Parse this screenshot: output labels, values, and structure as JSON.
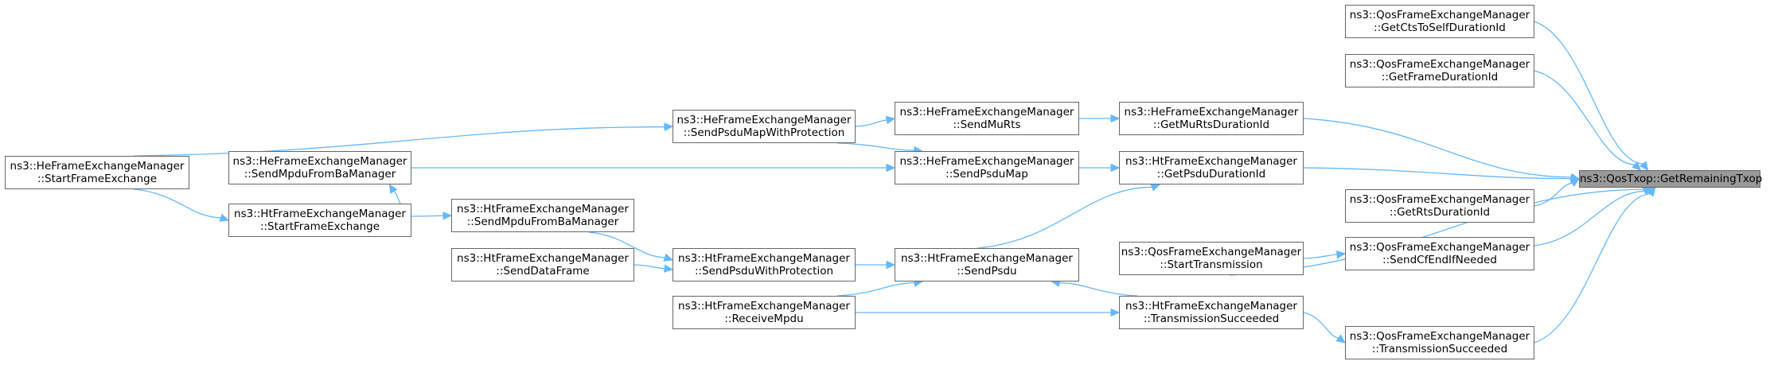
{
  "colors": {
    "edge": "#63b8ff",
    "node_border": "#666666",
    "root_fill": "#999999"
  },
  "nodes": {
    "root": {
      "lines": [
        "ns3::QosTxop::GetRemainingTxop"
      ]
    },
    "n1": {
      "lines": [
        "ns3::QosFrameExchangeManager",
        "::GetCtsToSelfDurationId"
      ]
    },
    "n2": {
      "lines": [
        "ns3::QosFrameExchangeManager",
        "::GetFrameDurationId"
      ]
    },
    "n3": {
      "lines": [
        "ns3::HeFrameExchangeManager",
        "::GetMuRtsDurationId"
      ]
    },
    "n4": {
      "lines": [
        "ns3::HtFrameExchangeManager",
        "::GetPsduDurationId"
      ]
    },
    "n5": {
      "lines": [
        "ns3::QosFrameExchangeManager",
        "::GetRtsDurationId"
      ]
    },
    "n6": {
      "lines": [
        "ns3::QosFrameExchangeManager",
        "::SendCfEndIfNeeded"
      ]
    },
    "n7": {
      "lines": [
        "ns3::QosFrameExchangeManager",
        "::TransmissionSucceeded"
      ]
    },
    "n8": {
      "lines": [
        "ns3::QosFrameExchangeManager",
        "::StartTransmission"
      ]
    },
    "n9": {
      "lines": [
        "ns3::HtFrameExchangeManager",
        "::TransmissionSucceeded"
      ]
    },
    "n10": {
      "lines": [
        "ns3::HeFrameExchangeManager",
        "::SendMuRts"
      ]
    },
    "n11": {
      "lines": [
        "ns3::HeFrameExchangeManager",
        "::SendPsduMap"
      ]
    },
    "n12": {
      "lines": [
        "ns3::HtFrameExchangeManager",
        "::SendPsdu"
      ]
    },
    "n13": {
      "lines": [
        "ns3::HeFrameExchangeManager",
        "::SendPsduMapWithProtection"
      ]
    },
    "n14": {
      "lines": [
        "ns3::HtFrameExchangeManager",
        "::SendPsduWithProtection"
      ]
    },
    "n15": {
      "lines": [
        "ns3::HtFrameExchangeManager",
        "::ReceiveMpdu"
      ]
    },
    "n16": {
      "lines": [
        "ns3::HeFrameExchangeManager",
        "::SendMpduFromBaManager"
      ]
    },
    "n17": {
      "lines": [
        "ns3::HtFrameExchangeManager",
        "::SendMpduFromBaManager"
      ]
    },
    "n18": {
      "lines": [
        "ns3::HtFrameExchangeManager",
        "::SendDataFrame"
      ]
    },
    "n19": {
      "lines": [
        "ns3::HeFrameExchangeManager",
        "::StartFrameExchange"
      ]
    },
    "n20": {
      "lines": [
        "ns3::HtFrameExchangeManager",
        "::StartFrameExchange"
      ]
    }
  },
  "edges": [
    [
      "n1",
      "root"
    ],
    [
      "n2",
      "root"
    ],
    [
      "n3",
      "root"
    ],
    [
      "n4",
      "root"
    ],
    [
      "n5",
      "root"
    ],
    [
      "n6",
      "root"
    ],
    [
      "n7",
      "root"
    ],
    [
      "n8",
      "root"
    ],
    [
      "n10",
      "n3"
    ],
    [
      "n11",
      "n4"
    ],
    [
      "n12",
      "n4"
    ],
    [
      "n8",
      "n6"
    ],
    [
      "n9",
      "n7"
    ],
    [
      "n9",
      "n12"
    ],
    [
      "n13",
      "n10"
    ],
    [
      "n13",
      "n11"
    ],
    [
      "n16",
      "n11"
    ],
    [
      "n14",
      "n12"
    ],
    [
      "n15",
      "n12"
    ],
    [
      "n15",
      "n9"
    ],
    [
      "n19",
      "n13"
    ],
    [
      "n17",
      "n14"
    ],
    [
      "n18",
      "n14"
    ],
    [
      "n20",
      "n17"
    ],
    [
      "n20",
      "n16"
    ],
    [
      "n19",
      "n20"
    ]
  ]
}
